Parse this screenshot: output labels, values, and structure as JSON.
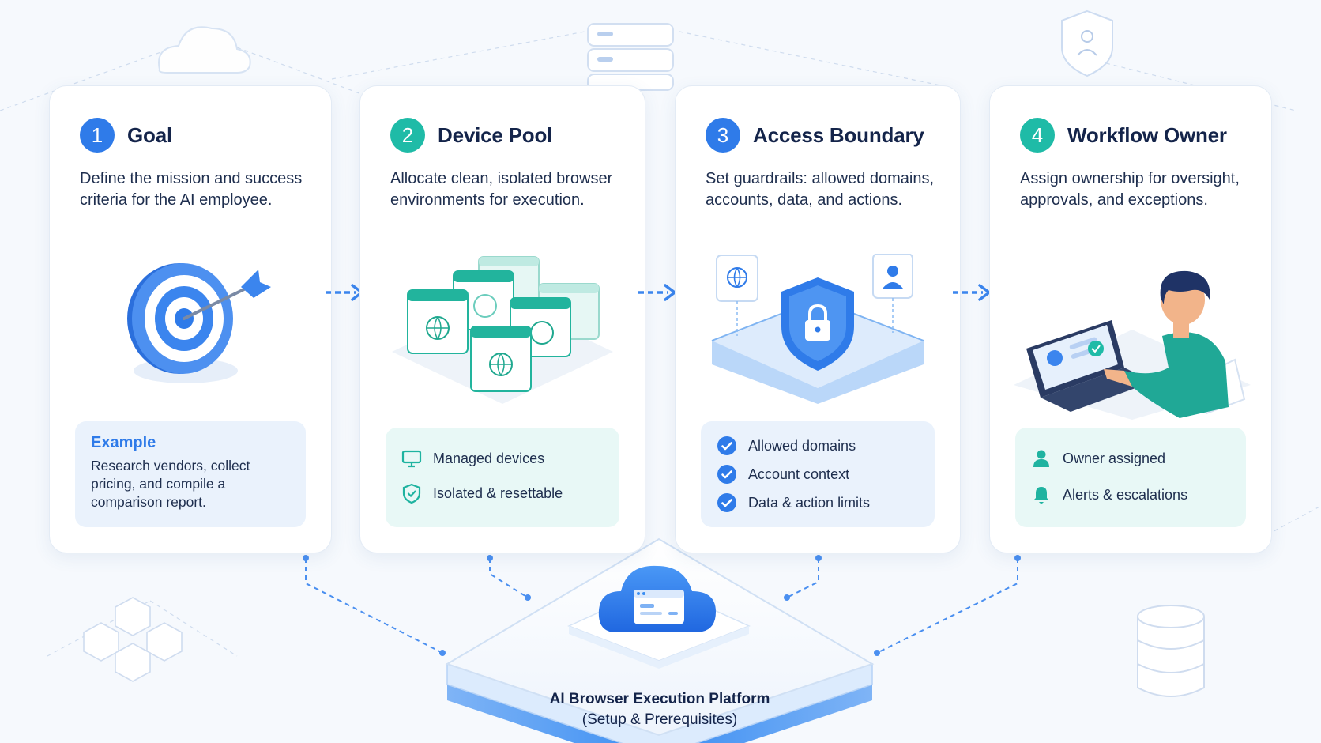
{
  "steps": [
    {
      "number": "1",
      "title": "Goal",
      "description": "Define the mission and success criteria for the AI employee.",
      "example_title": "Example",
      "example_text": "Research vendors, collect pricing, and compile a comparison report."
    },
    {
      "number": "2",
      "title": "Device Pool",
      "description": "Allocate clean, isolated browser environments for execution.",
      "items": [
        "Managed devices",
        "Isolated & resettable"
      ]
    },
    {
      "number": "3",
      "title": "Access Boundary",
      "description": "Set guardrails: allowed domains, accounts, data, and actions.",
      "items": [
        "Allowed domains",
        "Account context",
        "Data & action limits"
      ]
    },
    {
      "number": "4",
      "title": "Workflow Owner",
      "description": "Assign ownership for oversight, approvals, and exceptions.",
      "items": [
        "Owner assigned",
        "Alerts & escalations"
      ]
    }
  ],
  "platform": {
    "line1": "AI Browser Execution Platform",
    "line2": "(Setup & Prerequisites)"
  },
  "colors": {
    "blue": "#2f7be9",
    "teal": "#1fbba7",
    "background": "#f6f9fd",
    "title": "#14244a"
  },
  "icons": [
    "target-icon",
    "browser-windows-icon",
    "shield-lock-icon",
    "person-laptop-icon",
    "monitor-icon",
    "shield-check-icon",
    "check-circle-icon",
    "user-icon",
    "bell-icon",
    "cloud-icon",
    "server-icon",
    "database-icon",
    "cubes-icon"
  ]
}
